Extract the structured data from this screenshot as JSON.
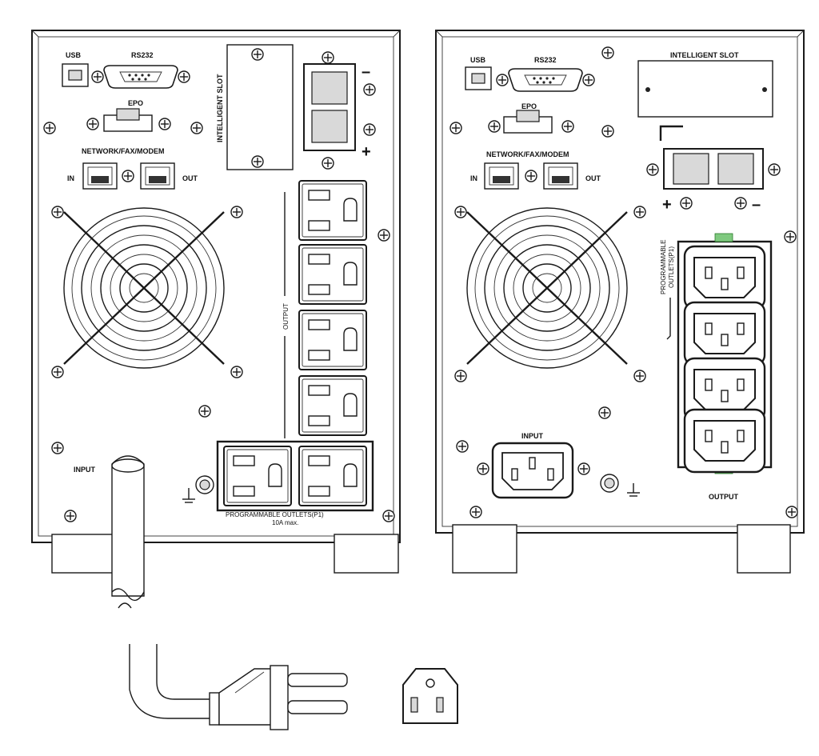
{
  "left_panel": {
    "usb_label": "USB",
    "rs232_label": "RS232",
    "epo_label": "EPO",
    "network_label": "NETWORK/FAX/MODEM",
    "in_label": "IN",
    "out_label": "OUT",
    "intelligent_slot_label": "INTELLIGENT SLOT",
    "output_label": "OUTPUT",
    "input_label": "INPUT",
    "programmable_label": "PROGRAMMABLE OUTLETS(P1)",
    "max_label": "10A  max.",
    "battery_minus": "–",
    "battery_plus": "+"
  },
  "right_panel": {
    "usb_label": "USB",
    "rs232_label": "RS232",
    "epo_label": "EPO",
    "network_label": "NETWORK/FAX/MODEM",
    "in_label": "IN",
    "out_label": "OUT",
    "intelligent_slot_label": "INTELLIGENT SLOT",
    "programmable_label_1": "PROGRAMMABLE",
    "programmable_label_2": "OUTLETS(P1)",
    "input_label": "INPUT",
    "output_label": "OUTPUT",
    "battery_plus": "+",
    "battery_minus": "–"
  }
}
